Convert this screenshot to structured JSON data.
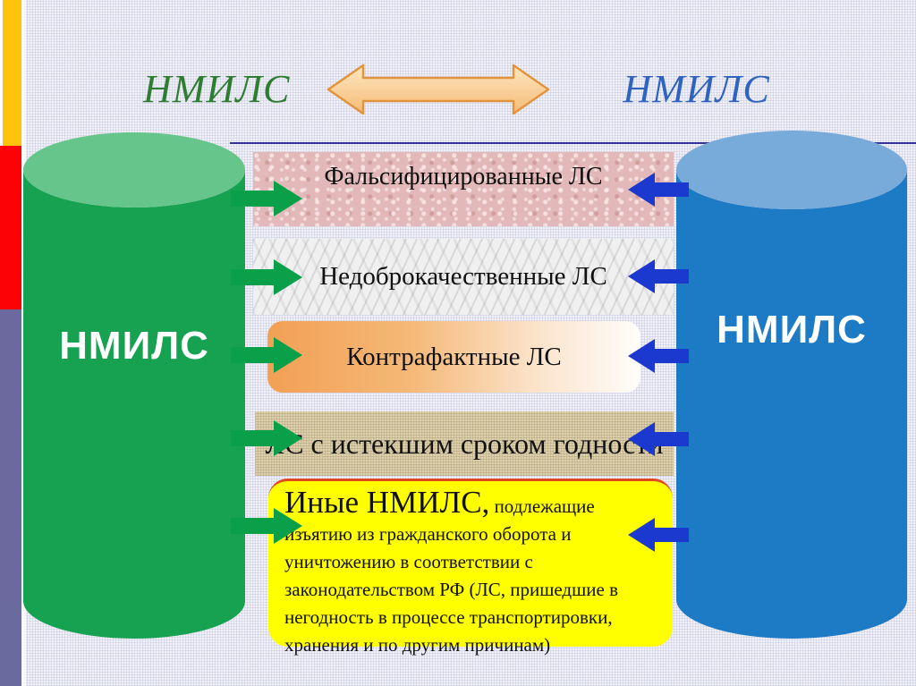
{
  "titles": {
    "left": {
      "text": "НМИЛС",
      "color": "#2e7d32"
    },
    "right": {
      "text": "НМИЛС",
      "color": "#2e64c0"
    }
  },
  "cylinders": {
    "left": {
      "label": "НМИЛС",
      "body_color": "#16a251",
      "top_color": "#66c58b"
    },
    "right": {
      "label": "НМИЛС",
      "body_color": "#1d7ac4",
      "top_color": "#79abda"
    }
  },
  "bands": [
    {
      "id": "falsified",
      "label": "Фальсифицированные ЛС",
      "texture": "pink-granite"
    },
    {
      "id": "substandard",
      "label": "Недоброкачественные ЛС",
      "texture": "white-marble"
    },
    {
      "id": "counterfeit",
      "label": "Контрафактные ЛС",
      "texture": "orange-gradient"
    },
    {
      "id": "expired",
      "label": "ЛС с истекшим сроком годности",
      "texture": "tan-canvas"
    },
    {
      "id": "other",
      "lead": "Иные НМИЛС,",
      "rest": " подлежащие изъятию из гражданского оборота и уничтожению в соответствии с законодательством РФ (ЛС, пришедшие в негодность в процессе транспортировки, хранения и по другим причинам)",
      "texture": "yellow"
    }
  ],
  "arrows": {
    "green_color": "#0aa04a",
    "blue_color": "#1b39ce",
    "double_fill_top": "#fde7c2",
    "double_fill_bottom": "#f5bb76",
    "double_stroke": "#e2943c"
  },
  "edge_bars": {
    "yellow": "#ffc20d",
    "red": "#fc0204",
    "purple": "#6a6a9e"
  },
  "divider_color": "#333399"
}
